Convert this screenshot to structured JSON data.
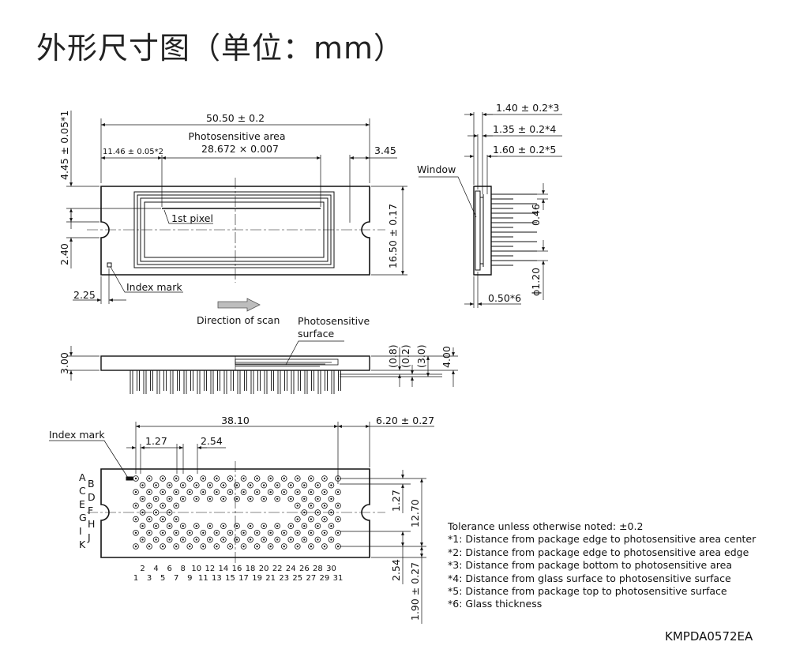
{
  "title": "外形尺寸图（单位：mm）",
  "top_view": {
    "width": "50.50 ± 0.2",
    "photosensitive_area_label": "Photosensitive area",
    "photosensitive_area_value": "28.672 × 0.007",
    "left_offset": "11.46 ± 0.05*2",
    "right_offset": "3.45",
    "top_offset": "4.45 ± 0.05*1",
    "height": "16.50 ± 0.17",
    "notch_height": "2.40",
    "notch_offset": "2.25",
    "first_pixel": "1st pixel",
    "index_mark": "Index mark",
    "scan_direction": "Direction of scan"
  },
  "side_view": {
    "glass_bottom": "1.40 ± 0.2*3",
    "glass_surface": "1.35 ± 0.2*4",
    "top_surface": "1.60 ± 0.2*5",
    "window": "Window",
    "pin_spacing": "0.46",
    "pin_diameter": "ϕ1.20",
    "glass_thickness": "0.50*6"
  },
  "front_view": {
    "photosensitive_surface_1": "Photosensitive",
    "photosensitive_surface_2": "surface",
    "thickness": "3.00",
    "dim_a": "(0.8)",
    "dim_b": "(0.2)",
    "dim_c": "(3.0)",
    "dim_d": "4.00"
  },
  "bottom_view": {
    "index_mark": "Index mark",
    "pin_span": "38.10",
    "right_offset": "6.20 ± 0.27",
    "pitch_small": "1.27",
    "pitch_large": "2.54",
    "row_pitch": "1.27",
    "rows_span": "12.70",
    "row_offset": "2.54",
    "bottom_offset": "1.90 ± 0.27",
    "row_labels_left": [
      "A",
      "C",
      "E",
      "G",
      "I",
      "K"
    ],
    "row_labels_right": [
      "B",
      "D",
      "F",
      "H",
      "J"
    ],
    "col_labels_even": [
      "2",
      "4",
      "6",
      "8",
      "10",
      "12",
      "14",
      "16",
      "18",
      "20",
      "22",
      "24",
      "26",
      "28",
      "30"
    ],
    "col_labels_odd": [
      "1",
      "3",
      "5",
      "7",
      "9",
      "11",
      "13",
      "15",
      "17",
      "19",
      "21",
      "23",
      "25",
      "27",
      "29",
      "31"
    ]
  },
  "notes": [
    "Tolerance unless otherwise noted: ±0.2",
    "*1: Distance from package edge to photosensitive area center",
    "*2: Distance from package edge to photosensitive area edge",
    "*3: Distance from package bottom to photosensitive area",
    "*4: Distance from glass surface to photosensitive surface",
    "*5: Distance from package top to photosensitive surface",
    "*6: Glass thickness"
  ],
  "drawing_code": "KMPDA0572EA"
}
